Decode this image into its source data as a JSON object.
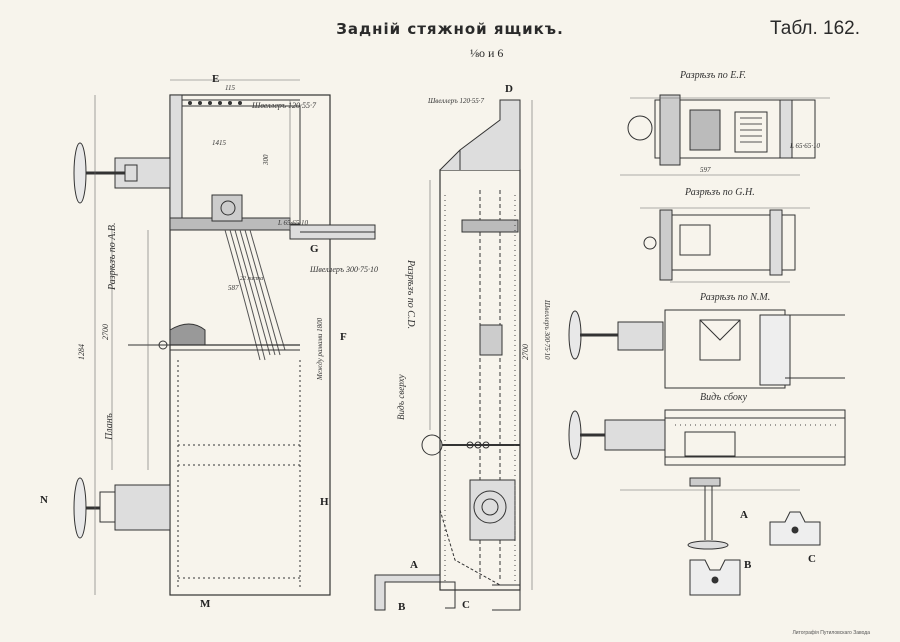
{
  "header": {
    "title": "Задній стяжной ящикъ.",
    "plate": "Табл. 162.",
    "scale": "⅛o и 6"
  },
  "sections": {
    "plan": "Планъ",
    "section_ab": "Разрѣзъ по А.В.",
    "section_cd": "Разрѣзъ по C.D.",
    "section_ef": "Разрѣзъ по E.F.",
    "section_gh": "Разрѣзъ по G.H.",
    "section_nm": "Разрѣзъ по N.M.",
    "side_view": "Видъ сбоку",
    "top_view": "Видъ сверху"
  },
  "notes": {
    "channel_top": "Швеллеръ 120·55·7",
    "channel_mid": "Швеллеръ 300·75·10",
    "channel_side": "Швеллеръ 120·55·7",
    "channel_right": "Швеллеръ 300·75·10",
    "angle": "L 65·65·10",
    "angle_right": "L 65·65·10",
    "buffer_dist": "Между рамами 1800",
    "spring": "22 листа"
  },
  "dims": {
    "total_length": "1284",
    "height_a": "2700",
    "height_b": "2700",
    "width_a": "1415",
    "width_b": "587",
    "width_c": "597",
    "small_a": "115",
    "small_b": "300"
  },
  "letters": {
    "a": "A",
    "b": "B",
    "c": "C",
    "d": "D",
    "e": "E",
    "f": "F",
    "g": "G",
    "h": "H",
    "n": "N",
    "m": "M"
  },
  "imprint": "Литографія Путиловскаго Завода"
}
